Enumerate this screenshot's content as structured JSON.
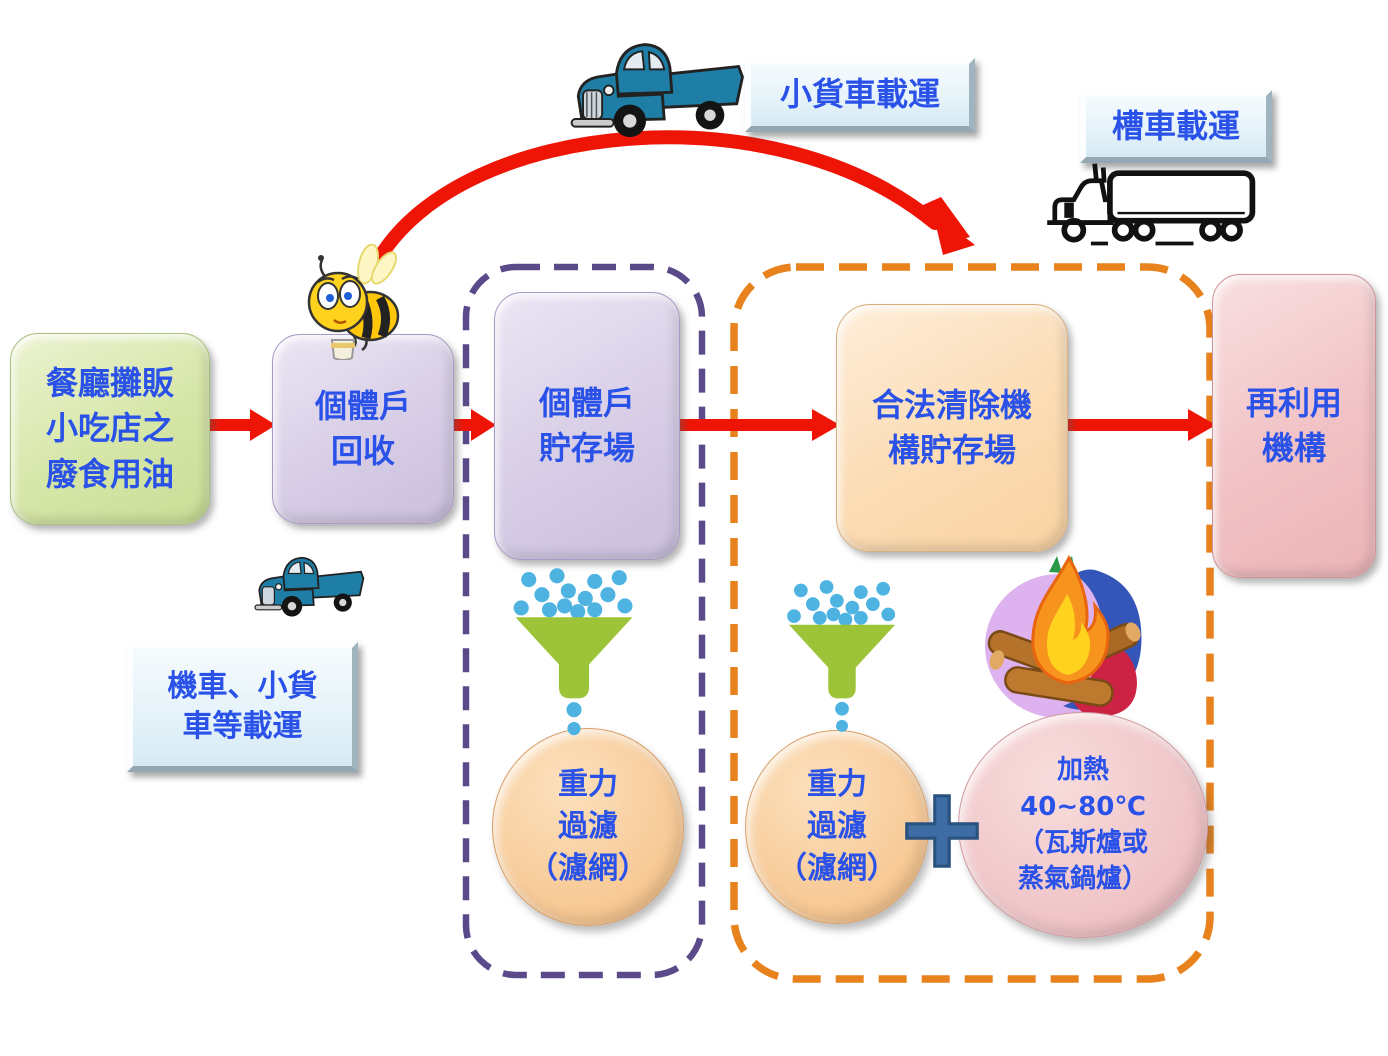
{
  "diagram": {
    "nodes": {
      "source": {
        "lines": [
          "餐廳攤販",
          "小吃店之",
          "廢食用油"
        ]
      },
      "individual_recycle": {
        "lines": [
          "個體戶",
          "回收"
        ]
      },
      "individual_storage": {
        "lines": [
          "個體戶",
          "貯存場"
        ]
      },
      "legal_storage": {
        "lines": [
          "合法清除機",
          "構貯存場"
        ]
      },
      "reuse": {
        "lines": [
          "再利用",
          "機構"
        ]
      }
    },
    "transport_labels": {
      "small_truck": "小貨車載運",
      "tank_truck": "槽車載運",
      "motorcycle_lines": [
        "機車、小貨",
        "車等載運"
      ]
    },
    "process": {
      "gravity_filter_left": {
        "lines": [
          "重力",
          "過濾",
          "（濾網）"
        ]
      },
      "gravity_filter_right": {
        "lines": [
          "重力",
          "過濾",
          "（濾網）"
        ]
      },
      "heating": {
        "lines": [
          "加熱",
          "40~80℃",
          "（瓦斯爐或",
          "蒸氣鍋爐）"
        ]
      }
    },
    "icons": {
      "bee": "bee-icon",
      "pickup_truck_top": "pickup-truck-icon",
      "pickup_truck_left": "pickup-truck-icon",
      "tank_truck": "tank-truck-icon",
      "funnel_left": "funnel-icon",
      "funnel_right": "funnel-icon",
      "fire": "fire-icon",
      "plus": "plus-icon"
    },
    "colors": {
      "text_blue": "#2a52e8",
      "node_green": "#d6e6a8",
      "node_purple": "#d7cde6",
      "node_peach": "#fbdcb4",
      "node_pink": "#f1c2c5",
      "plaque_blue": "#e4f2f9",
      "arrow_red": "#ee1507",
      "dash_purple": "#5b4a8a",
      "dash_orange": "#e8821c",
      "funnel_green": "#9dc438",
      "droplet_blue": "#4fb3e2",
      "plus_blue": "#3e6da6"
    }
  }
}
